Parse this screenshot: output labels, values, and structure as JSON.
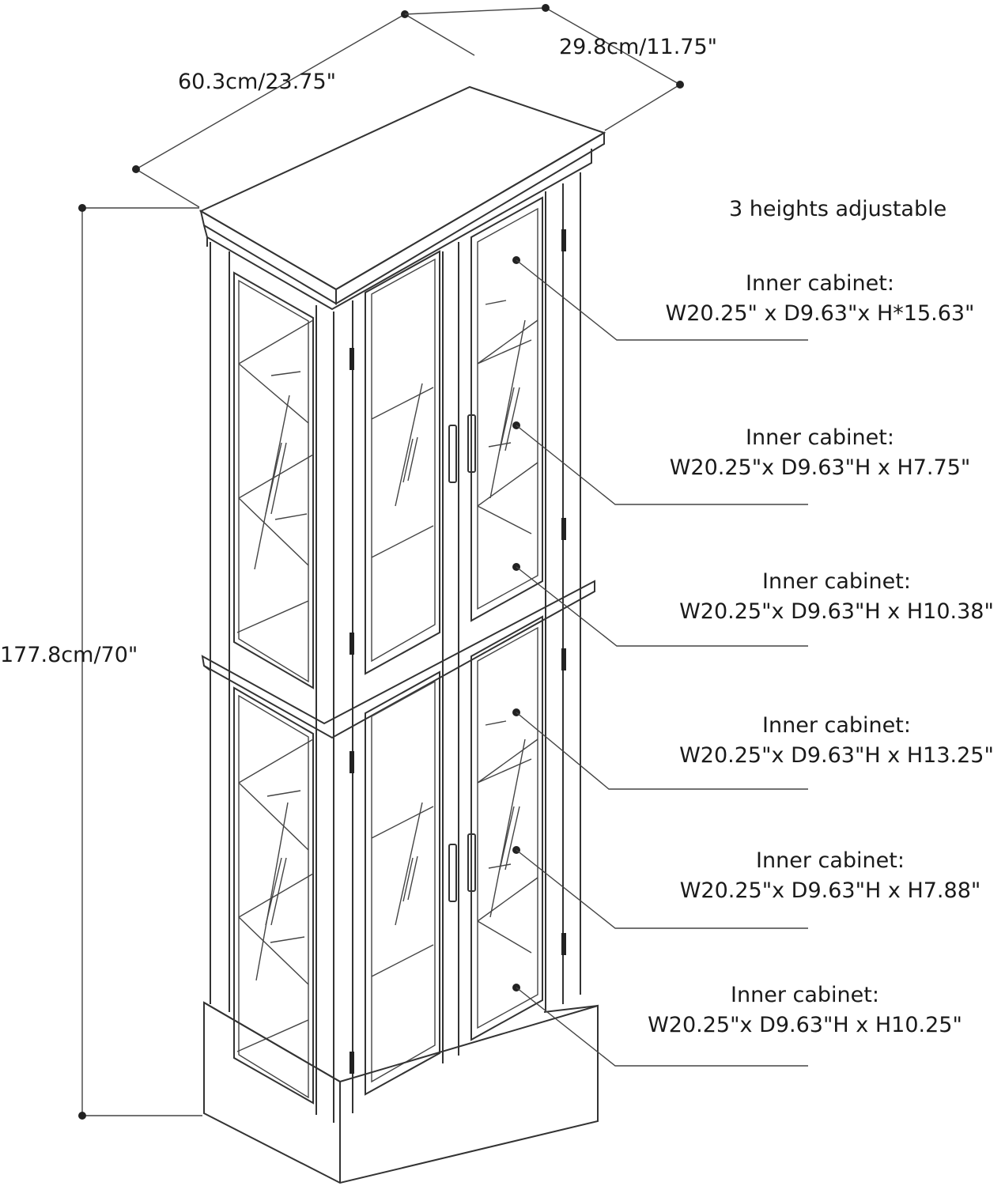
{
  "dimensions": {
    "width": "60.3cm/23.75\"",
    "depth": "29.8cm/11.75\"",
    "height": "177.8cm/70\""
  },
  "shelf_note": "3 heights adjustable",
  "callouts": [
    {
      "title": "Inner cabinet:",
      "size": "W20.25\" x D9.63\"x H*15.63\""
    },
    {
      "title": "Inner cabinet:",
      "size": "W20.25\"x D9.63\"H x H7.75\""
    },
    {
      "title": "Inner cabinet:",
      "size": "W20.25\"x D9.63\"H x H10.38\""
    },
    {
      "title": "Inner cabinet:",
      "size": "W20.25\"x D9.63\"H x H13.25\""
    },
    {
      "title": "Inner cabinet:",
      "size": "W20.25\"x D9.63\"H x H7.88\""
    },
    {
      "title": "Inner cabinet:",
      "size": "W20.25\"x D9.63\"H x H10.25\""
    }
  ]
}
